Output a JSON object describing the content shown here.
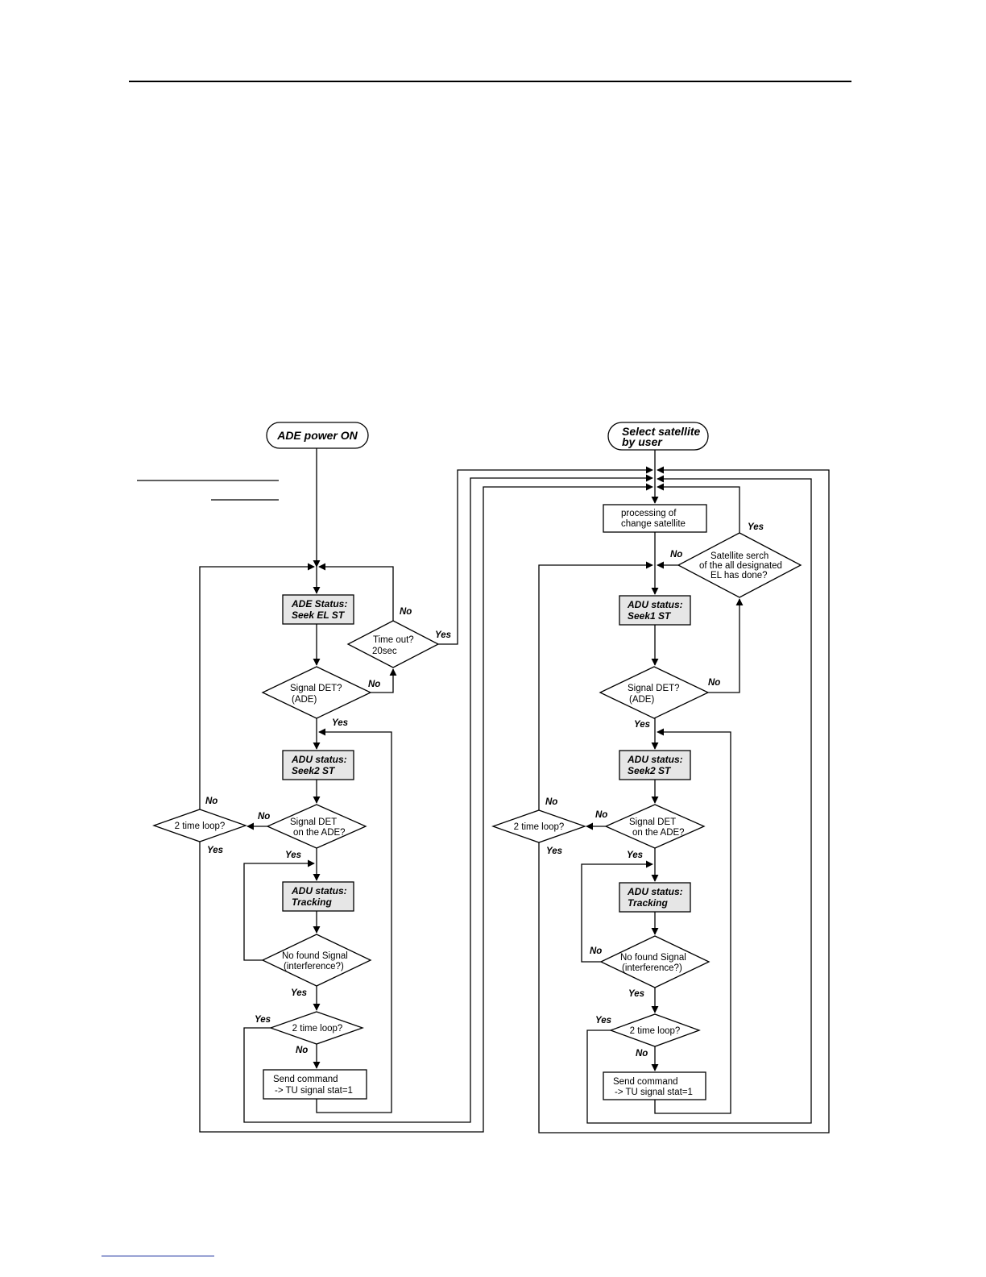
{
  "left": {
    "start": "ADE power ON",
    "seek_el_line1": "ADE Status:",
    "seek_el_line2": "Seek EL ST",
    "sigdet_line1": "Signal DET?",
    "sigdet_line2": "(ADE)",
    "timeout_line1": "Time out?",
    "timeout_line2": "20sec",
    "seek2_line1": "ADU status:",
    "seek2_line2": "Seek2 ST",
    "sigdet2_line1": "Signal DET",
    "sigdet2_line2": "on the ADE?",
    "loop1": "2 time loop?",
    "track_line1": "ADU status:",
    "track_line2": "Tracking",
    "nofound_line1": "No found Signal",
    "nofound_line2": "(interference?)",
    "loop2": "2 time loop?",
    "send_line1": "Send command",
    "send_line2": "-> TU signal stat=1"
  },
  "right": {
    "start_line1": "Select satellite",
    "start_line2": "by user",
    "proc_line1": "processing of",
    "proc_line2": "change satellite",
    "search_line1": "Satellite serch",
    "search_line2": "of the all designated",
    "search_line3": "EL has done?",
    "seek1_line1": "ADU status:",
    "seek1_line2": "Seek1 ST",
    "sigdet_line1": "Signal DET?",
    "sigdet_line2": "(ADE)",
    "seek2_line1": "ADU status:",
    "seek2_line2": "Seek2 ST",
    "sigdet2_line1": "Signal DET",
    "sigdet2_line2": "on the ADE?",
    "loop1": "2 time loop?",
    "track_line1": "ADU status:",
    "track_line2": "Tracking",
    "nofound_line1": "No found Signal",
    "nofound_line2": "(interference?)",
    "loop2": "2 time loop?",
    "send_line1": "Send command",
    "send_line2": "-> TU signal stat=1"
  },
  "labels": {
    "yes": "Yes",
    "no": "No"
  }
}
